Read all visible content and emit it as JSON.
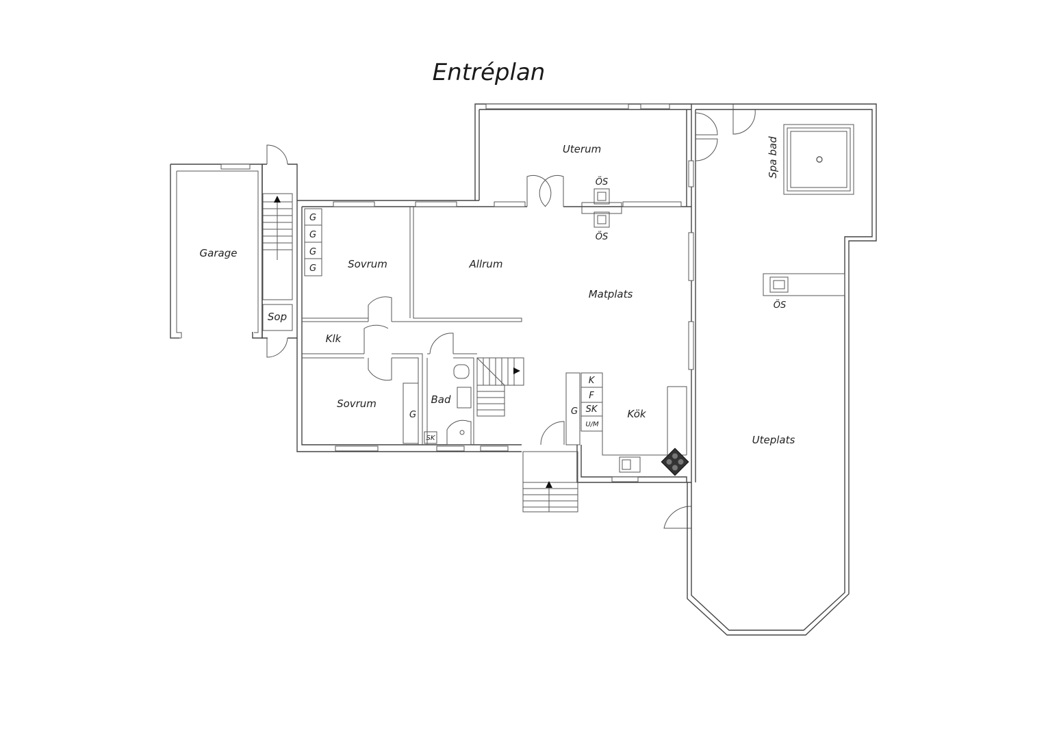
{
  "title": "Entréplan",
  "rooms": {
    "uterum": "Uterum",
    "spa_bad": "Spa bad",
    "garage": "Garage",
    "sovrum_1": "Sovrum",
    "allrum": "Allrum",
    "matplats": "Matplats",
    "sop": "Sop",
    "klk": "Klk",
    "sovrum_2": "Sovrum",
    "bad": "Bad",
    "kok": "Kök",
    "uteplats": "Uteplats"
  },
  "fixtures": {
    "os_top": "ÖS",
    "os_bottom": "ÖS",
    "os_uteplats": "ÖS",
    "g1": "G",
    "g2": "G",
    "g3": "G",
    "g4": "G",
    "g_sovrum2": "G",
    "g_kok": "G",
    "k": "K",
    "f": "F",
    "sk_kok": "SK",
    "um": "U/M",
    "sk_bad": "SK"
  }
}
